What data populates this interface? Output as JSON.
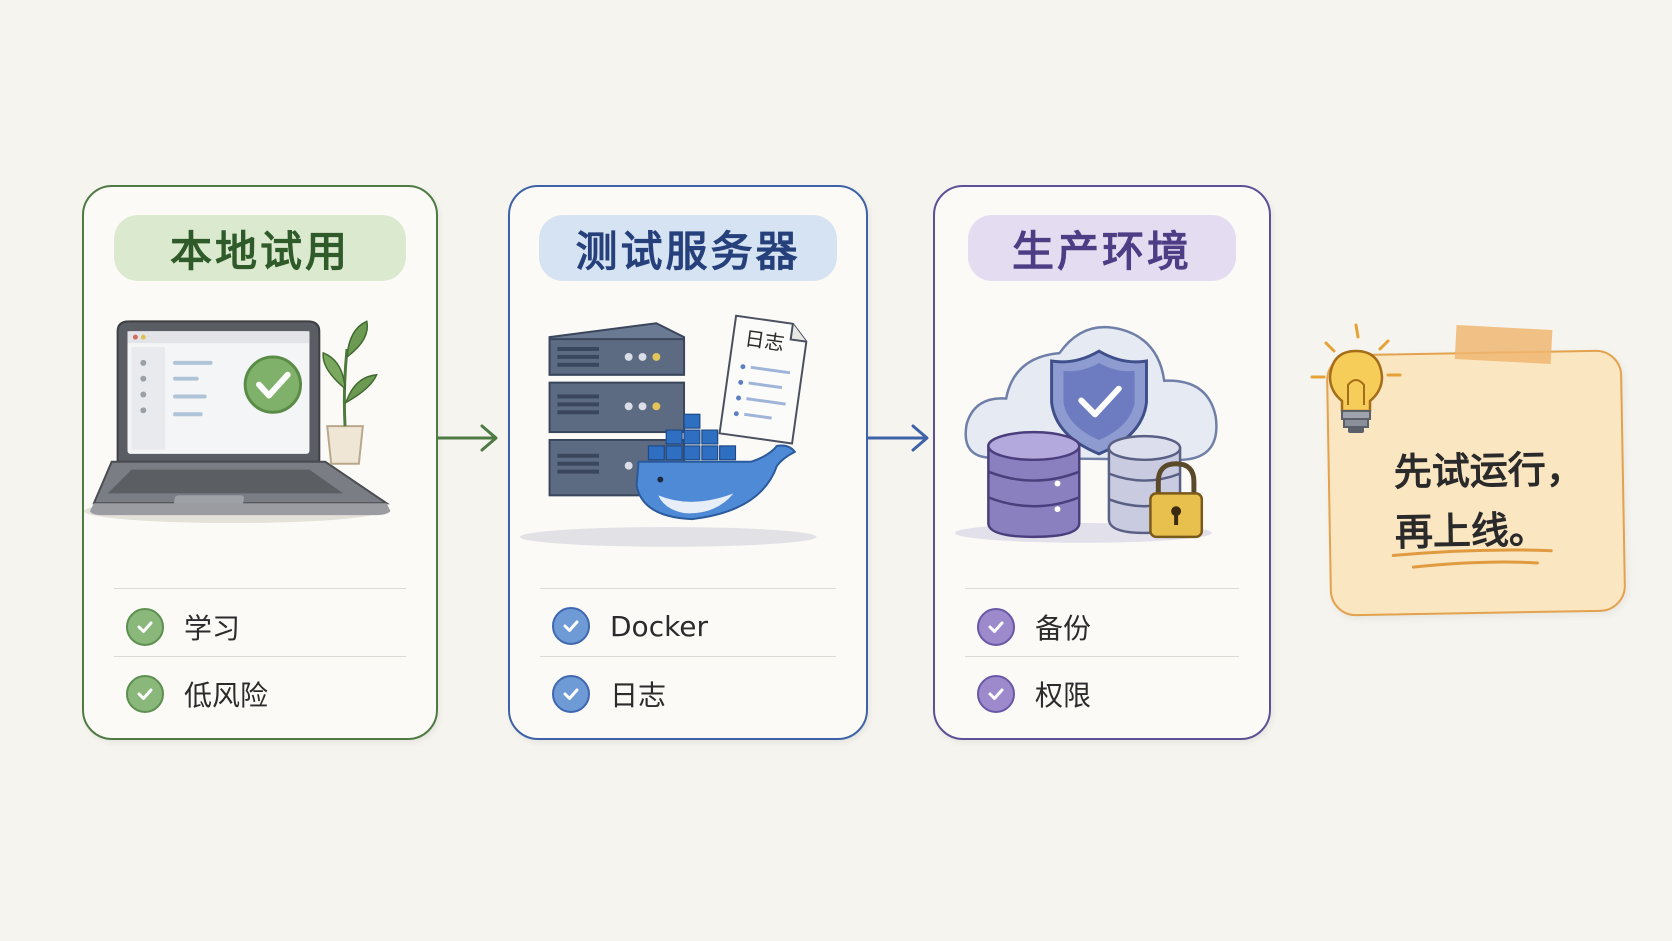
{
  "stages": [
    {
      "title": "本地试用",
      "items": [
        "学习",
        "低风险"
      ]
    },
    {
      "title": "测试服务器",
      "items": [
        "Docker",
        "日志"
      ],
      "doc_label": "日志"
    },
    {
      "title": "生产环境",
      "items": [
        "备份",
        "权限"
      ]
    }
  ],
  "note": {
    "line1": "先试运行，",
    "line2": "再上线。"
  },
  "colors": {
    "local": "#4e7a44",
    "test": "#3e62a8",
    "prod": "#5e4f96",
    "note": "#e2a24e"
  },
  "icons": [
    "laptop-icon",
    "plant-icon",
    "server-rack-icon",
    "docker-whale-icon",
    "log-document-icon",
    "cloud-icon",
    "shield-check-icon",
    "database-icon",
    "padlock-icon",
    "lightbulb-icon",
    "check-icon",
    "arrow-right-icon"
  ]
}
